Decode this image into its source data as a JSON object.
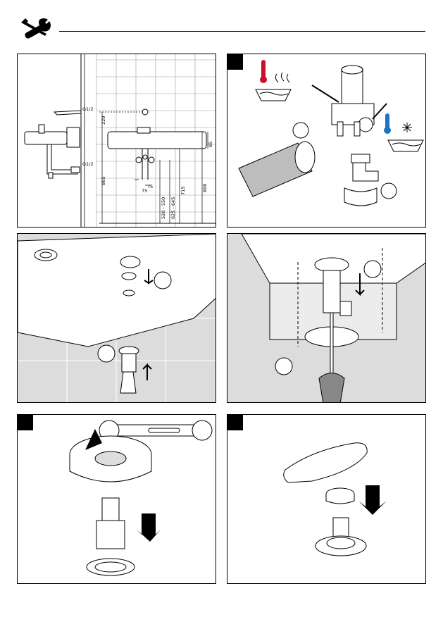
{
  "header": {
    "icon": "wrench-screwdriver-icon"
  },
  "panel1": {
    "labels": {
      "thread_top": "G1/2",
      "thread_bottom": "G1/2",
      "dim_220": "220",
      "dim_865": "865",
      "dim_75a": "75",
      "dim_75b": "75",
      "dim_520_550": "520 - 550",
      "dim_625_645": "625 - 645",
      "dim_715": "715",
      "dim_800": "800",
      "dim_85": "85"
    }
  },
  "colors": {
    "hot": "#c8102e",
    "cold": "#1b74c4",
    "tile_line": "#9a9a9a",
    "wall_fill": "#dcdcdc"
  }
}
